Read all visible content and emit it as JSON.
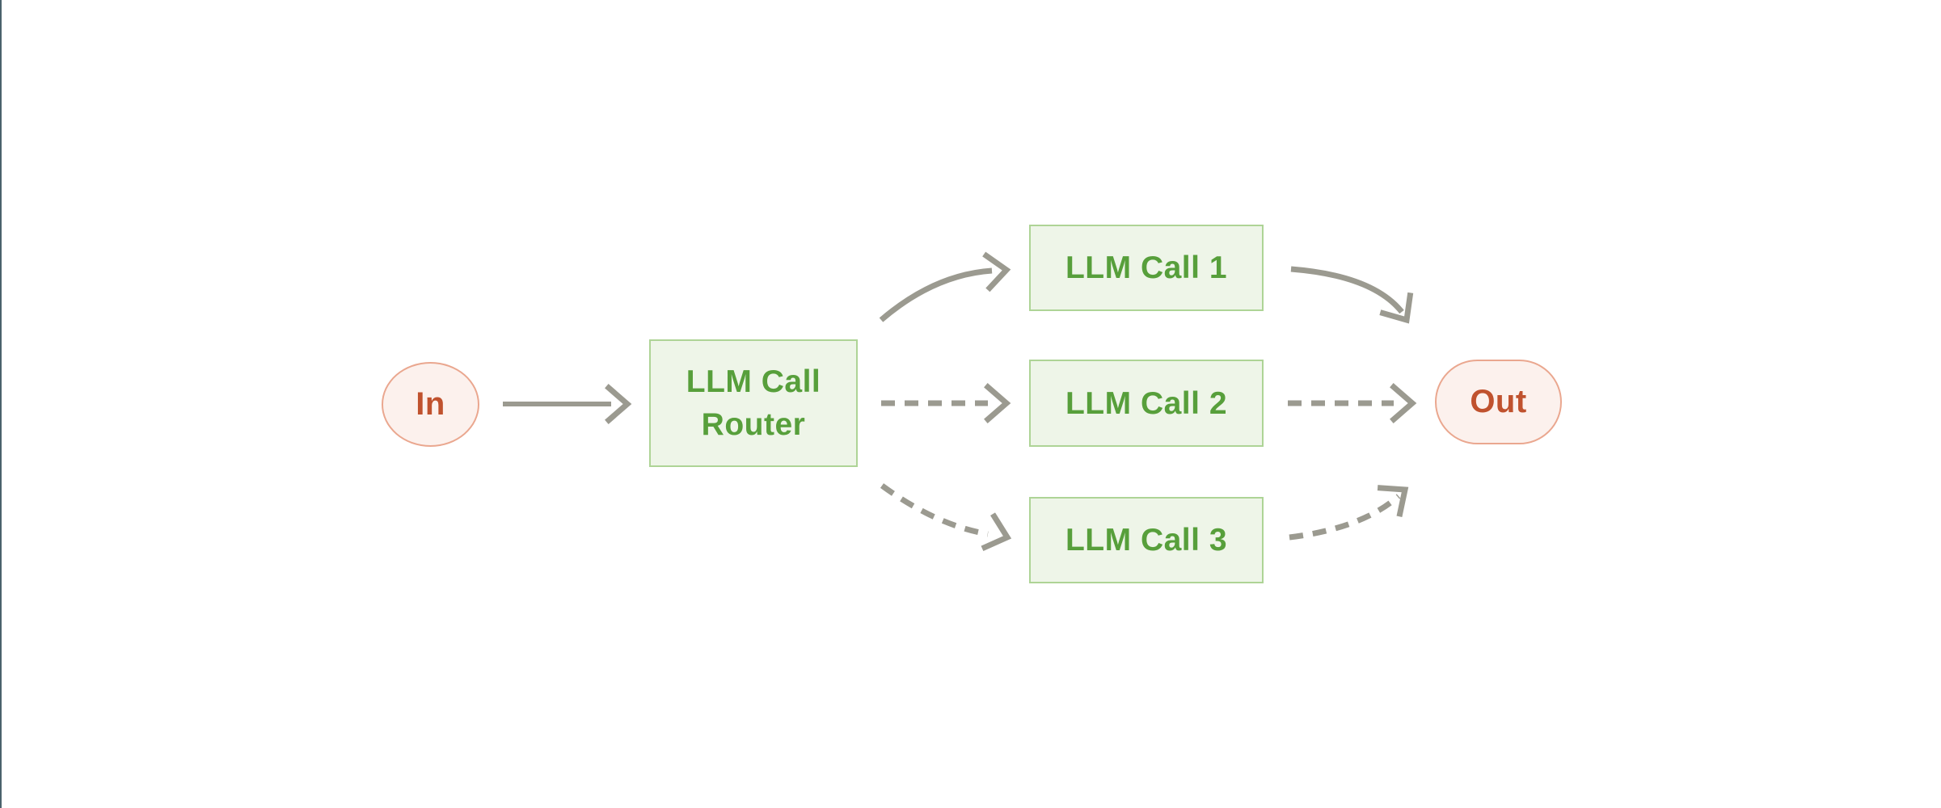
{
  "diagram": {
    "nodes": {
      "in": {
        "label": "In",
        "type": "terminal"
      },
      "router": {
        "label": "LLM Call Router",
        "type": "process"
      },
      "call1": {
        "label": "LLM Call 1",
        "type": "process"
      },
      "call2": {
        "label": "LLM Call 2",
        "type": "process"
      },
      "call3": {
        "label": "LLM Call 3",
        "type": "process"
      },
      "out": {
        "label": "Out",
        "type": "terminal"
      }
    },
    "edges": [
      {
        "from": "in",
        "to": "router",
        "style": "solid"
      },
      {
        "from": "router",
        "to": "call1",
        "style": "solid"
      },
      {
        "from": "router",
        "to": "call2",
        "style": "dashed"
      },
      {
        "from": "router",
        "to": "call3",
        "style": "dashed"
      },
      {
        "from": "call1",
        "to": "out",
        "style": "solid"
      },
      {
        "from": "call2",
        "to": "out",
        "style": "dashed"
      },
      {
        "from": "call3",
        "to": "out",
        "style": "dashed"
      }
    ],
    "colors": {
      "background": "#ffffff",
      "page_edge": "#4a626c",
      "terminal_fill": "#fcf1ed",
      "terminal_border": "#eaa78f",
      "terminal_text": "#c0522e",
      "process_fill": "#eef5e8",
      "process_border": "#aed496",
      "process_text": "#579f3b",
      "arrow": "#9b9a90"
    }
  }
}
